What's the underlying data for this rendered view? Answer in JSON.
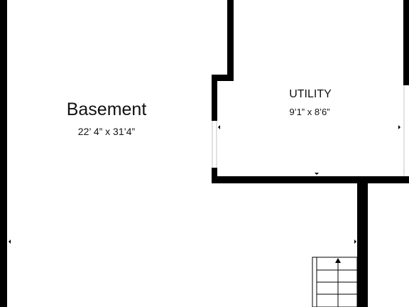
{
  "rooms": {
    "basement": {
      "name": "Basement",
      "dimensions": "22’ 4” x 31’4”"
    },
    "utility": {
      "name": "UTILITY",
      "dimensions": "9’1” x 8’6”"
    }
  },
  "colors": {
    "wall": "#000000",
    "background": "#ffffff",
    "opening": "#bfbfbf"
  },
  "icons": [
    "door-marker-icon",
    "stair-arrow-icon"
  ]
}
